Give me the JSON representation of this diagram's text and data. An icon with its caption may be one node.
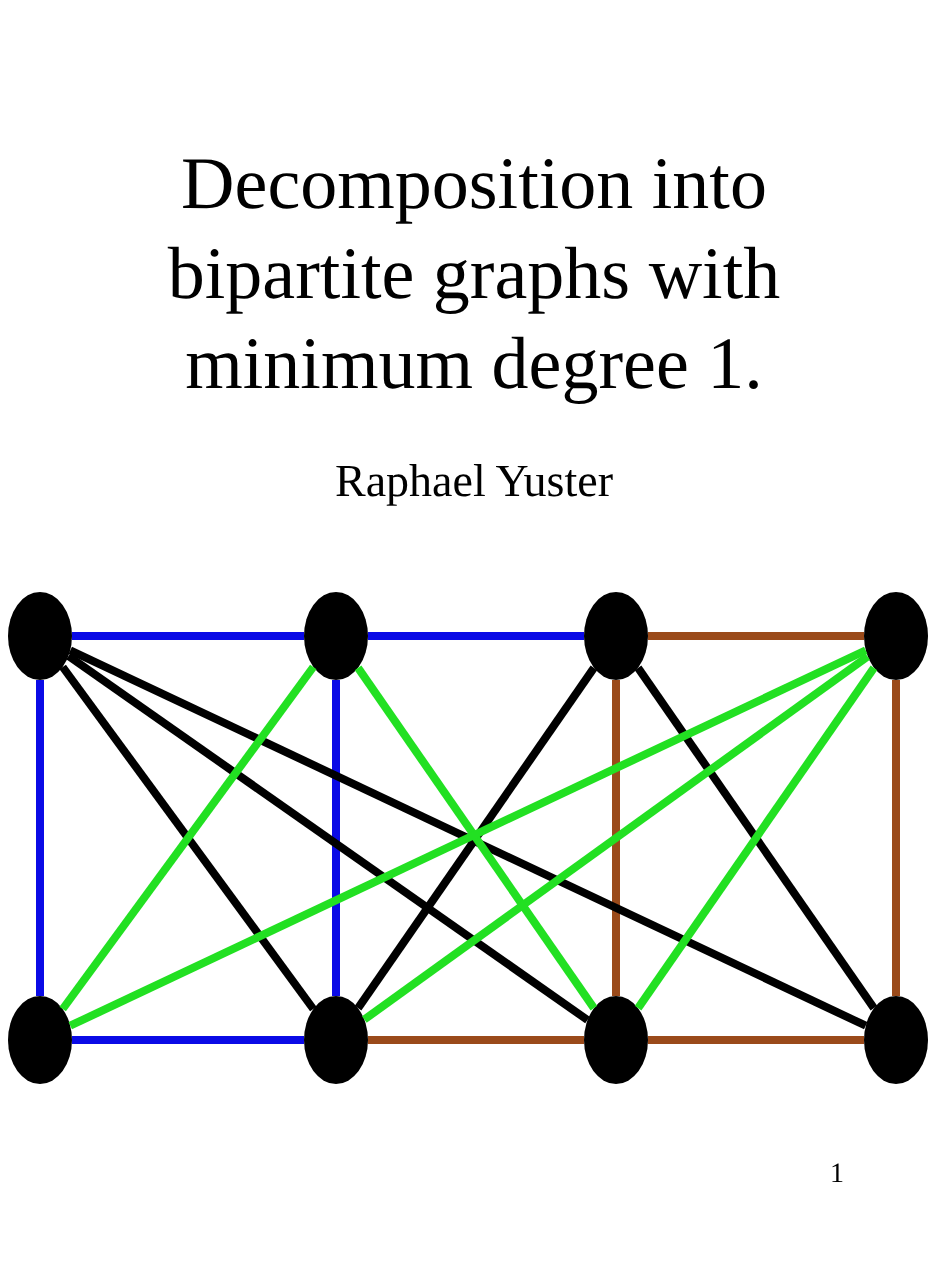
{
  "diagram": {
    "title": "Decomposition into bipartite graphs with minimum degree 1.",
    "nodes": [
      {
        "text": [],
        "shape": "circle"
      },
      {
        "text": [],
        "shape": "circle"
      },
      {
        "text": [],
        "shape": "circle"
      },
      {
        "text": [],
        "shape": "circle"
      },
      {
        "text": [],
        "shape": "circle"
      },
      {
        "text": [],
        "shape": "circle"
      },
      {
        "text": [],
        "shape": "circle"
      },
      {
        "text": [],
        "shape": "circle"
      }
    ],
    "edges": [
      {
        "from": 0,
        "to": 1,
        "arrow": "none",
        "color": "#0a0ae6"
      },
      {
        "from": 1,
        "to": 2,
        "arrow": "none",
        "color": "#0a0ae6"
      },
      {
        "from": 0,
        "to": 4,
        "arrow": "none",
        "color": "#0a0ae6"
      },
      {
        "from": 1,
        "to": 5,
        "arrow": "none",
        "color": "#0a0ae6"
      },
      {
        "from": 4,
        "to": 5,
        "arrow": "none",
        "color": "#0a0ae6"
      },
      {
        "from": 2,
        "to": 3,
        "arrow": "none",
        "color": "#9a4a1a"
      },
      {
        "from": 2,
        "to": 6,
        "arrow": "none",
        "color": "#9a4a1a"
      },
      {
        "from": 3,
        "to": 7,
        "arrow": "none",
        "color": "#9a4a1a"
      },
      {
        "from": 5,
        "to": 6,
        "arrow": "none",
        "color": "#9a4a1a"
      },
      {
        "from": 6,
        "to": 7,
        "arrow": "none",
        "color": "#9a4a1a"
      },
      {
        "from": 0,
        "to": 5,
        "arrow": "none",
        "color": "#000000"
      },
      {
        "from": 0,
        "to": 6,
        "arrow": "none",
        "color": "#000000"
      },
      {
        "from": 0,
        "to": 7,
        "arrow": "none",
        "color": "#000000"
      },
      {
        "from": 2,
        "to": 5,
        "arrow": "none",
        "color": "#000000"
      },
      {
        "from": 2,
        "to": 7,
        "arrow": "none",
        "color": "#000000"
      },
      {
        "from": 1,
        "to": 4,
        "arrow": "none",
        "color": "#22e022"
      },
      {
        "from": 1,
        "to": 6,
        "arrow": "none",
        "color": "#22e022"
      },
      {
        "from": 3,
        "to": 4,
        "arrow": "none",
        "color": "#22e022"
      },
      {
        "from": 3,
        "to": 5,
        "arrow": "none",
        "color": "#22e022"
      },
      {
        "from": 3,
        "to": 6,
        "arrow": "none",
        "color": "#22e022"
      }
    ],
    "labels": [
      "Raphael Yuster",
      "1"
    ]
  }
}
